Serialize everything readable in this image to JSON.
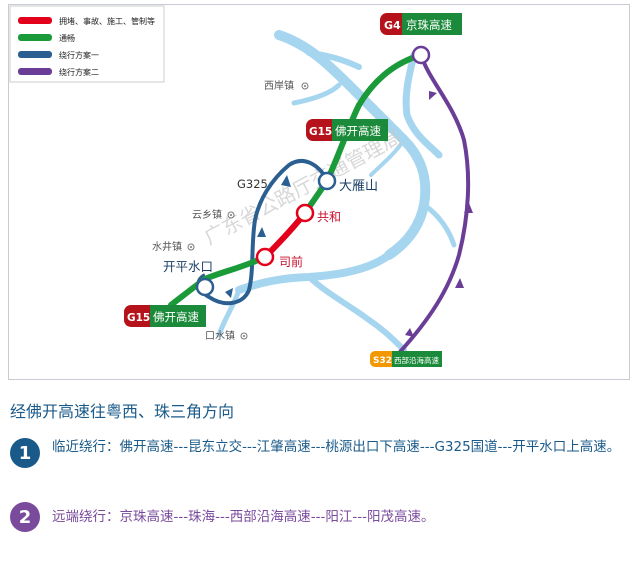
{
  "legend": {
    "items": [
      {
        "label": "拥堵、事故、施工、管制等",
        "color": "#e2001a"
      },
      {
        "label": "通畅",
        "color": "#1b9a3a"
      },
      {
        "label": "绕行方案一",
        "color": "#2c5f91"
      },
      {
        "label": "绕行方案二",
        "color": "#6a3d97"
      }
    ]
  },
  "map": {
    "road_badges": [
      {
        "code": "G4",
        "name": "京珠高速",
        "code_color": "#b5121b"
      },
      {
        "code": "G15",
        "name": "佛开高速",
        "code_color": "#b5121b"
      },
      {
        "code": "G15",
        "name": "佛开高速",
        "code_color": "#b5121b"
      },
      {
        "code": "S32",
        "name": "西部沿海高速",
        "code_color": "#f39800"
      }
    ],
    "nodes": [
      "大雁山",
      "共和",
      "司前",
      "开平水口"
    ],
    "towns": [
      "西岸镇",
      "云乡镇",
      "水井镇",
      "口水镇"
    ],
    "road_label": "G325",
    "watermark": "广东省公路厅交通管理局"
  },
  "heading": "经佛开高速往粤西、珠三角方向",
  "routes": [
    {
      "number": "1",
      "color": "#1a5a8a",
      "text": "临近绕行：佛开高速---昆东立交---江肇高速---桃源出口下高速---G325国道---开平水口上高速。"
    },
    {
      "number": "2",
      "color": "#7a4a9c",
      "text": "远端绕行：京珠高速---珠海---西部沿海高速---阳江---阳茂高速。"
    }
  ]
}
